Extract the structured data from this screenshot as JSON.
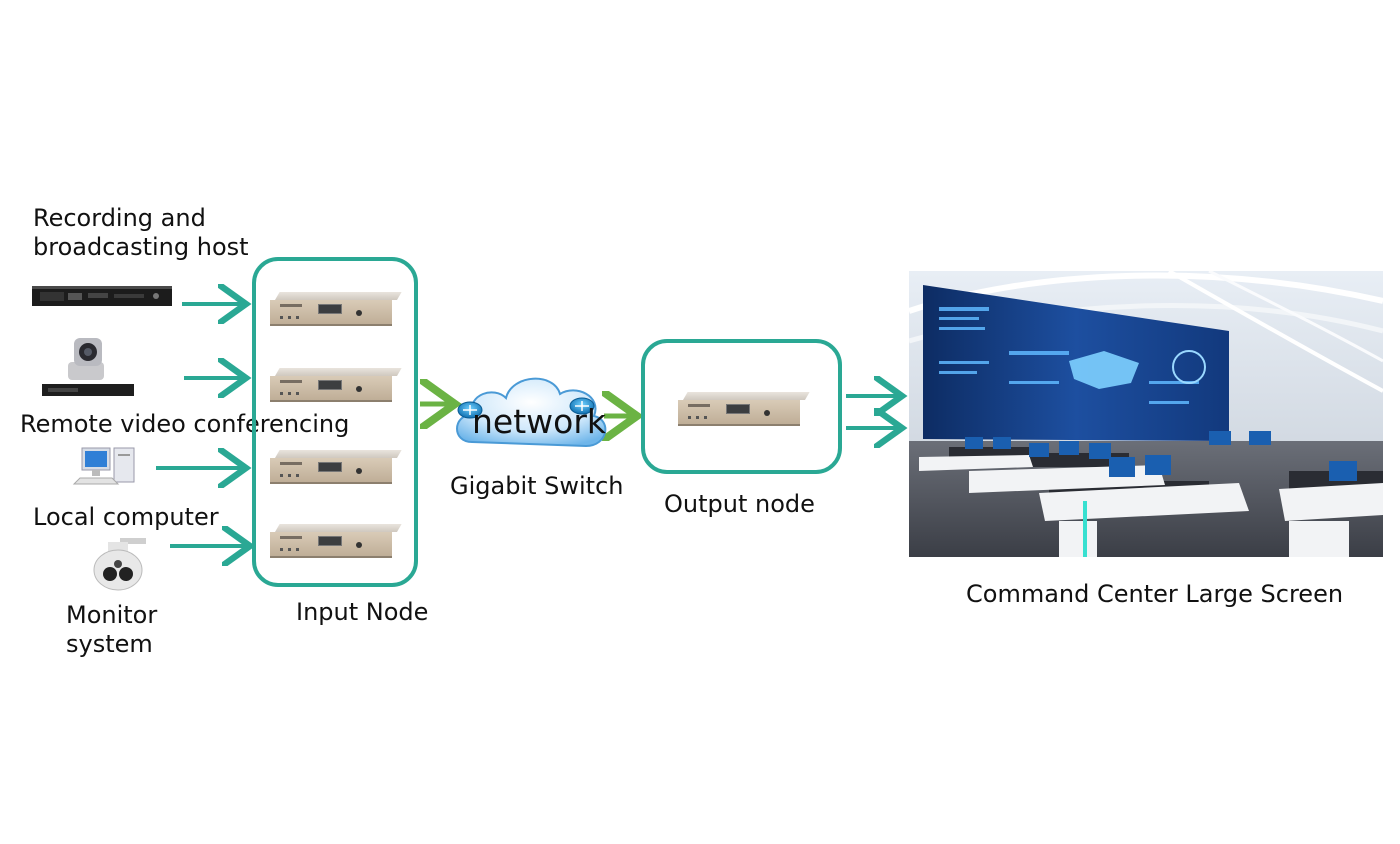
{
  "sources": {
    "recording": "Recording and\nbroadcasting host",
    "conferencing": "Remote video conferencing",
    "computer": "Local computer",
    "monitor": "Monitor\nsystem"
  },
  "input_node": {
    "label": "Input Node"
  },
  "network": {
    "cloud_text": "network",
    "label": "Gigabit Switch"
  },
  "output_node": {
    "label": "Output node"
  },
  "command_center": {
    "label": "Command Center Large Screen"
  },
  "colors": {
    "box": "#2aa894",
    "arrow_teal": "#2aa894",
    "arrow_green": "#6bb344"
  }
}
